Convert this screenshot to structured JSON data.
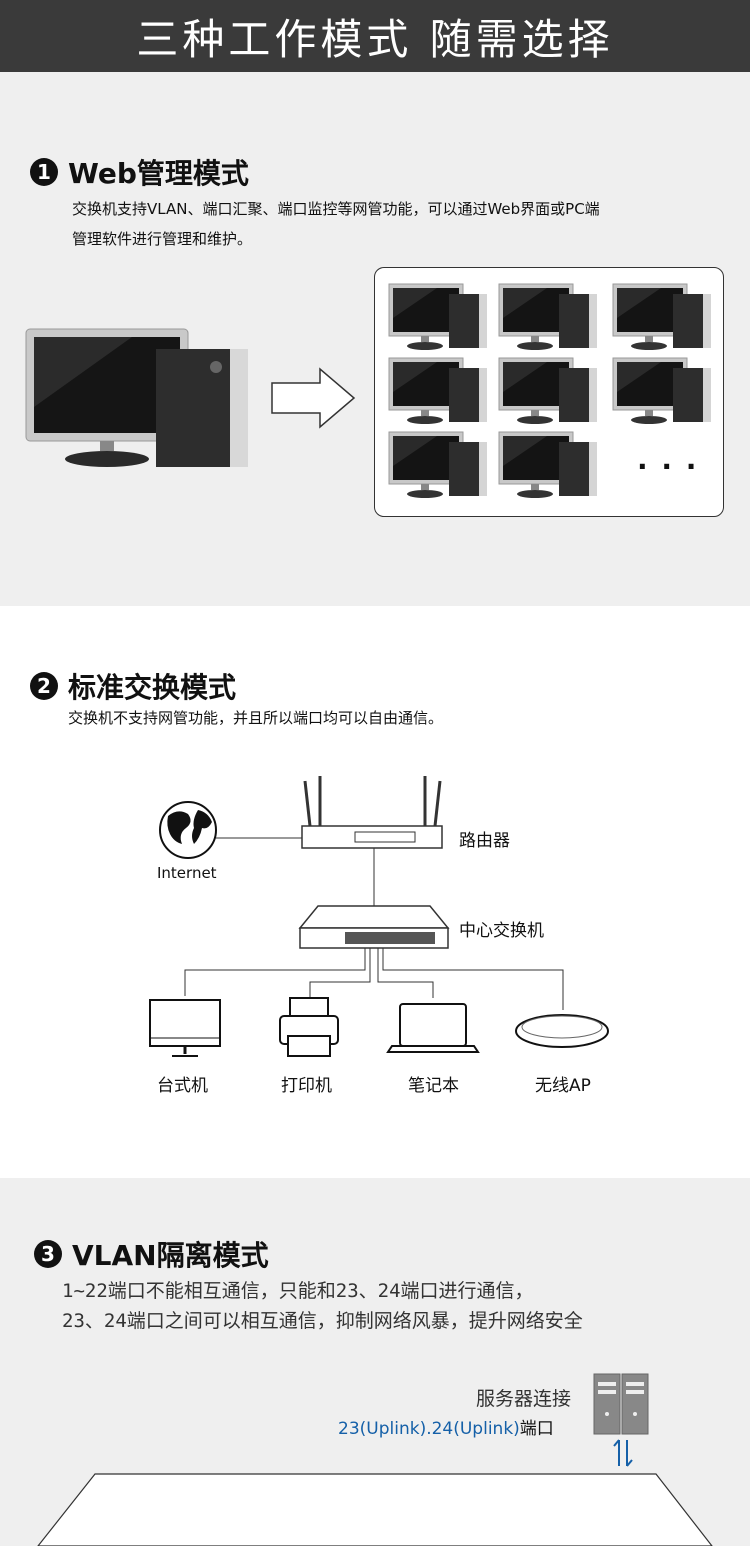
{
  "header": {
    "title": "三种工作模式  随需选择"
  },
  "mode1": {
    "num": "1",
    "title": "Web管理模式",
    "desc_line1": "交换机支持VLAN、端口汇聚、端口监控等网管功能，可以通过Web界面或PC端",
    "desc_line2": "管理软件进行管理和维护。",
    "ellipsis": "· · ·"
  },
  "mode2": {
    "num": "2",
    "title": "标准交换模式",
    "desc": "交换机不支持网管功能，并且所以端口均可以自由通信。",
    "labels": {
      "internet": "Internet",
      "router": "路由器",
      "switch": "中心交换机",
      "desktop": "台式机",
      "printer": "打印机",
      "laptop": "笔记本",
      "ap": "无线AP"
    }
  },
  "mode3": {
    "num": "3",
    "title": "VLAN隔离模式",
    "desc_line1": "1~22端口不能相互通信，只能和23、24端口进行通信，",
    "desc_line2": "23、24端口之间可以相互通信，抑制网络风暴，提升网络安全",
    "server_label": "服务器连接",
    "uplink_blue": "23(Uplink).24(Uplink)",
    "uplink_suffix": "端口"
  }
}
